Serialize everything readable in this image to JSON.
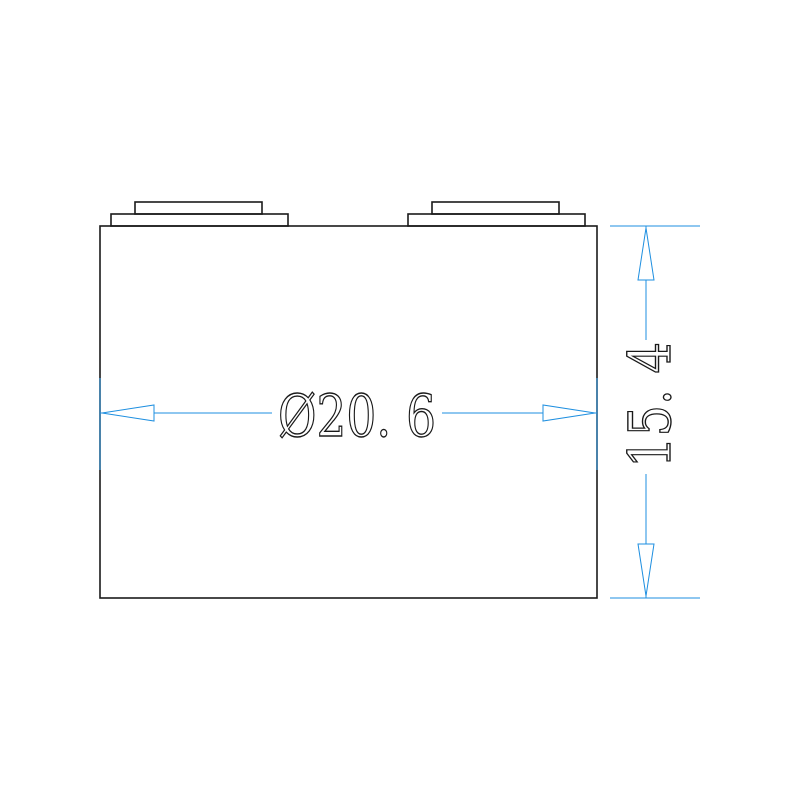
{
  "colors": {
    "outline": "#1a1a1a",
    "dimension": "#1e8fe0",
    "background": "#ffffff"
  },
  "dimensions": {
    "diameter": {
      "label": "Ø20. 6",
      "value": 20.6,
      "unit_symbol": "Ø"
    },
    "height": {
      "label": "15. 4",
      "value": 15.4
    }
  }
}
